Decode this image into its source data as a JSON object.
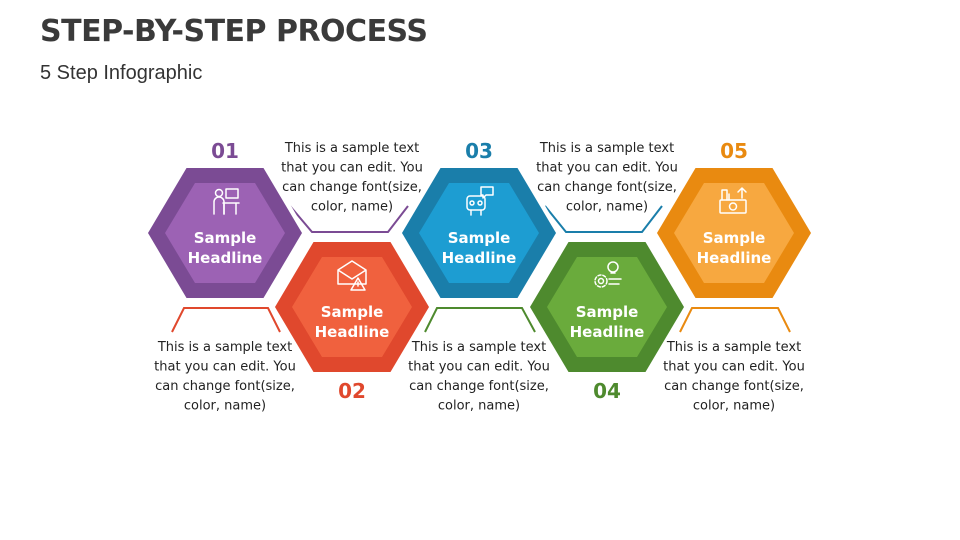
{
  "title": "STEP-BY-STEP PROCESS",
  "subtitle": "5 Step Infographic",
  "steps": [
    {
      "number": "01",
      "headline": [
        "Sample",
        "Headline"
      ],
      "text": [
        "This is a sample text",
        "that you can edit. You",
        "can change font(size,",
        "color, name)"
      ],
      "icon": "office-worker-desk-icon",
      "color": "#7b4b94",
      "inner_color": "#9c62b4"
    },
    {
      "number": "02",
      "headline": [
        "Sample",
        "Headline"
      ],
      "text": [
        "This is a sample text",
        "that you can edit. You",
        "can change font(size,",
        "color, name)"
      ],
      "icon": "mail-warning-icon",
      "color": "#e0482d",
      "inner_color": "#f0613e"
    },
    {
      "number": "03",
      "headline": [
        "Sample",
        "Headline"
      ],
      "text": [
        "This is a sample text",
        "that you can edit. You",
        "can change font(size,",
        "color, name)"
      ],
      "icon": "robot-chat-icon",
      "color": "#1a7eaa",
      "inner_color": "#1d9dd2"
    },
    {
      "number": "04",
      "headline": [
        "Sample",
        "Headline"
      ],
      "text": [
        "This is a sample text",
        "that you can edit. You",
        "can change font(size,",
        "color, name)"
      ],
      "icon": "idea-gear-icon",
      "color": "#4e8a2e",
      "inner_color": "#6aab3c"
    },
    {
      "number": "05",
      "headline": [
        "Sample",
        "Headline"
      ],
      "text": [
        "This is a sample text",
        "that you can edit. You",
        "can change font(size,",
        "color, name)"
      ],
      "icon": "money-growth-icon",
      "color": "#e98a10",
      "inner_color": "#f7a840"
    }
  ]
}
